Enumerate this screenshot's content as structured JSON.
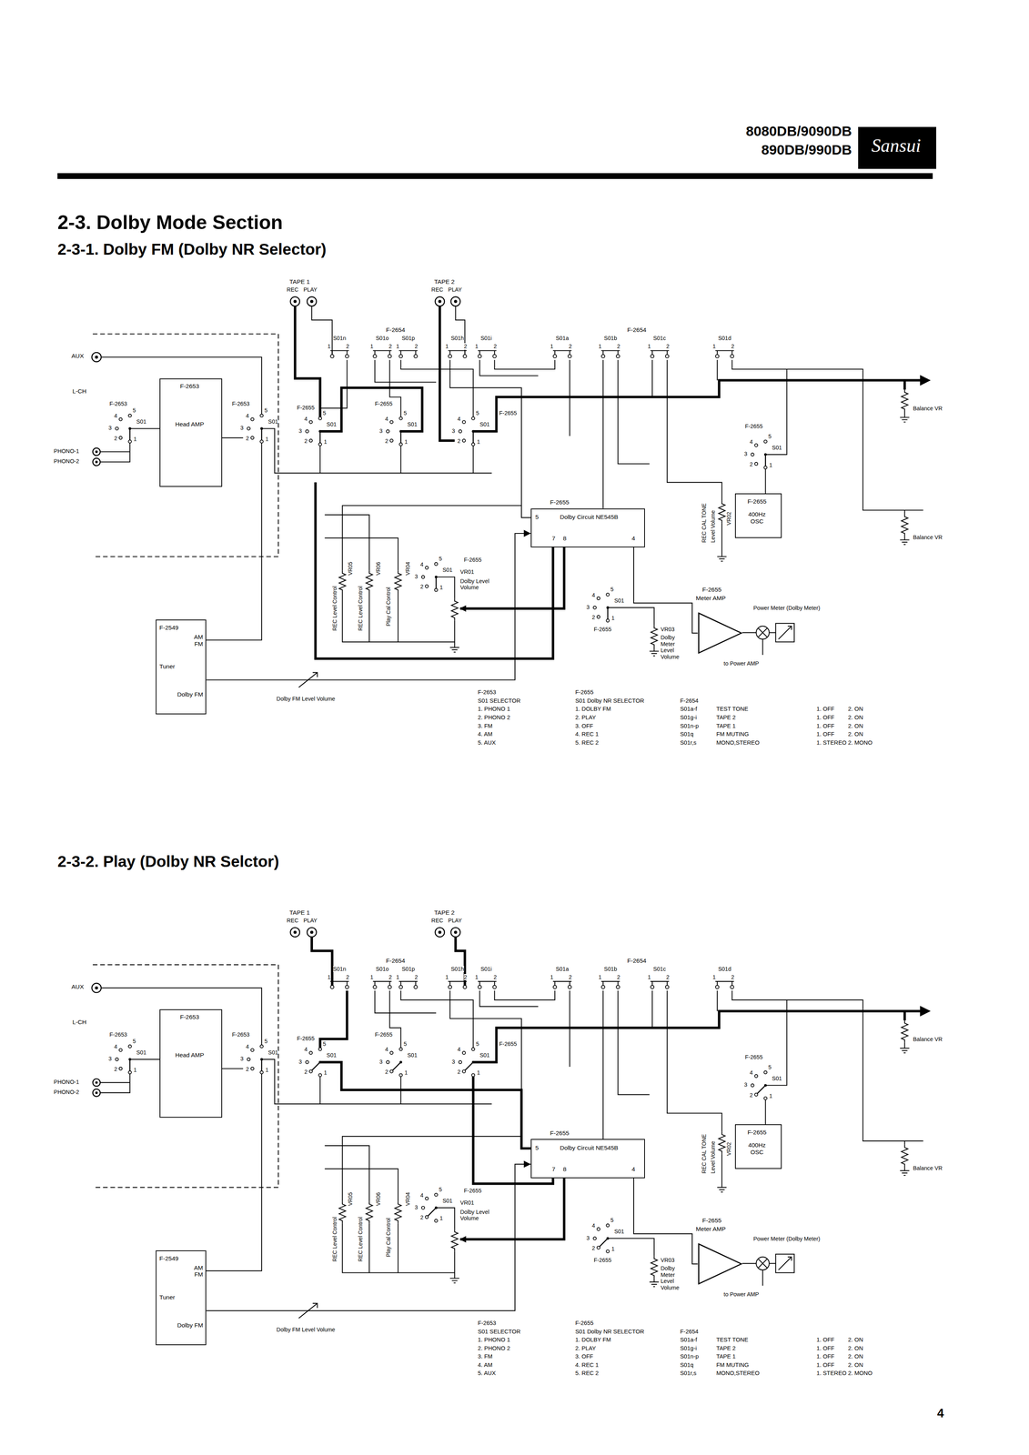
{
  "diagram": {
    "title": "2-3. Dolby Mode Section",
    "nodes": [
      {
        "text": [
          "Sansui"
        ]
      },
      {
        "text": [
          "F-2653",
          "Head AMP"
        ]
      },
      {
        "text": [
          "F-2549",
          "AM FM",
          "Tuner",
          "Dolby FM"
        ]
      },
      {
        "text": [
          "F-2655",
          "Dolby Circuit NE545B",
          "5",
          "7",
          "8",
          "4"
        ]
      },
      {
        "text": [
          "F-2655",
          "400Hz OSC"
        ]
      },
      {
        "text": [
          "F-2655",
          "Meter AMP"
        ]
      },
      {
        "text": [
          "F-2653",
          "Head AMP"
        ]
      },
      {
        "text": [
          "F-2549",
          "AM FM",
          "Tuner",
          "Dolby FM"
        ]
      },
      {
        "text": [
          "F-2655",
          "Dolby Circuit NE545B",
          "5",
          "7",
          "8",
          "4"
        ]
      },
      {
        "text": [
          "F-2655",
          "400Hz OSC"
        ]
      },
      {
        "text": [
          "F-2655",
          "Meter AMP"
        ]
      }
    ],
    "edges": [
      {
        "from": 2,
        "to": 3,
        "arrow": "to"
      },
      {
        "from": 3,
        "to": 5,
        "arrow": "none"
      },
      {
        "from": 7,
        "to": 8,
        "arrow": "to"
      },
      {
        "from": 8,
        "to": 10,
        "arrow": "none"
      }
    ],
    "labels": [
      "8080DB/9090DB",
      "890DB/990DB",
      "2-3-1. Dolby FM (Dolby NR Selector)",
      "TAPE 1",
      "REC",
      "PLAY",
      "TAPE 2",
      "REC",
      "PLAY",
      "F-2654",
      "F-2654",
      "S01n",
      "1",
      "2",
      "S01o",
      "1",
      "2",
      "S01p",
      "1",
      "2",
      "S01h",
      "1",
      "2",
      "S01i",
      "1",
      "2",
      "S01a",
      "1",
      "2",
      "S01b",
      "1",
      "2",
      "S01c",
      "1",
      "2",
      "S01d",
      "1",
      "2",
      "AUX",
      "L-CH",
      "PHONO-1",
      "PHONO-2",
      "F-2653",
      "1",
      "2",
      "3",
      "4",
      "5",
      "S01",
      "F-2653",
      "1",
      "2",
      "3",
      "4",
      "5",
      "S01",
      "F-2655",
      "1",
      "2",
      "3",
      "4",
      "5",
      "S01",
      "F-2655",
      "1",
      "2",
      "3",
      "4",
      "5",
      "S01",
      "F-2655",
      "1",
      "2",
      "3",
      "4",
      "5",
      "S01",
      "F-2655",
      "1",
      "2",
      "3",
      "4",
      "5",
      "S01",
      "F-2655",
      "1",
      "2",
      "3",
      "4",
      "5",
      "S01",
      "F-2655",
      "1",
      "2",
      "3",
      "4",
      "5",
      "S01",
      "REC Level Control",
      "VR05",
      "REC Level Control",
      "VR06",
      "Play Cal Control",
      "VR04",
      "VR01",
      "Dolby Level Volume",
      "REC CAL TONE",
      "Level Volume",
      "VR02",
      "VR03",
      "Dolby Meter Level Volume",
      "Power Meter (Dolby Meter)",
      "to Power AMP",
      "Balance VR",
      "Balance VR",
      "Dolby FM Level Volume",
      "F-2653",
      "S01 SELECTOR",
      "1. PHONO 1",
      "2. PHONO 2",
      "3. FM",
      "4. AM",
      "5. AUX",
      "F-2655",
      "S01 Dolby NR SELECTOR",
      "1. DOLBY FM",
      "2. PLAY",
      "3. OFF",
      "4. REC 1",
      "5. REC 2",
      "F-2654",
      "S01a-f",
      "S01g-i",
      "S01n-p",
      "S01q",
      "S01r,s",
      "TEST TONE",
      "TAPE 2",
      "TAPE 1",
      "FM MUTING",
      "MONO,STEREO",
      "1. OFF",
      "1. OFF",
      "1. OFF",
      "1. OFF",
      "1. STEREO",
      "2. ON",
      "2. ON",
      "2. ON",
      "2. ON",
      "2. MONO",
      "2-3-2. Play (Dolby NR Selctor)",
      "TAPE 1",
      "REC",
      "PLAY",
      "TAPE 2",
      "REC",
      "PLAY",
      "F-2654",
      "F-2654",
      "S01n",
      "1",
      "2",
      "S01o",
      "1",
      "2",
      "S01p",
      "1",
      "2",
      "S01h",
      "1",
      "2",
      "S01i",
      "1",
      "2",
      "S01a",
      "1",
      "2",
      "S01b",
      "1",
      "2",
      "S01c",
      "1",
      "2",
      "S01d",
      "1",
      "2",
      "AUX",
      "L-CH",
      "PHONO-1",
      "PHONO-2",
      "F-2653",
      "1",
      "2",
      "3",
      "4",
      "5",
      "S01",
      "F-2653",
      "1",
      "2",
      "3",
      "4",
      "5",
      "S01",
      "F-2655",
      "1",
      "2",
      "3",
      "4",
      "5",
      "S01",
      "F-2655",
      "1",
      "2",
      "3",
      "4",
      "5",
      "S01",
      "F-2655",
      "1",
      "2",
      "3",
      "4",
      "5",
      "S01",
      "F-2655",
      "1",
      "2",
      "3",
      "4",
      "5",
      "S01",
      "F-2655",
      "1",
      "2",
      "3",
      "4",
      "5",
      "S01",
      "F-2655",
      "1",
      "2",
      "3",
      "4",
      "5",
      "S01",
      "REC Level Control",
      "VR05",
      "REC Level Control",
      "VR06",
      "Play Cal Control",
      "VR04",
      "VR01",
      "Dolby Level Volume",
      "REC CAL TONE",
      "Level Volume",
      "VR02",
      "VR03",
      "Dolby Meter Level Volume",
      "Power Meter (Dolby Meter)",
      "to Power AMP",
      "Balance VR",
      "Balance VR",
      "Dolby FM Level Volume",
      "F-2653",
      "S01 SELECTOR",
      "1. PHONO 1",
      "2. PHONO 2",
      "3. FM",
      "4. AM",
      "5. AUX",
      "F-2655",
      "S01 Dolby NR SELECTOR",
      "1. DOLBY FM",
      "2. PLAY",
      "3. OFF",
      "4. REC 1",
      "5. REC 2",
      "F-2654",
      "S01a-f",
      "S01g-i",
      "S01n-p",
      "S01q",
      "S01r,s",
      "TEST TONE",
      "TAPE 2",
      "TAPE 1",
      "FM MUTING",
      "MONO,STEREO",
      "1. OFF",
      "1. OFF",
      "1. OFF",
      "1. OFF",
      "1. STEREO",
      "2. ON",
      "2. ON",
      "2. ON",
      "2. ON",
      "2. MONO",
      "4"
    ]
  }
}
